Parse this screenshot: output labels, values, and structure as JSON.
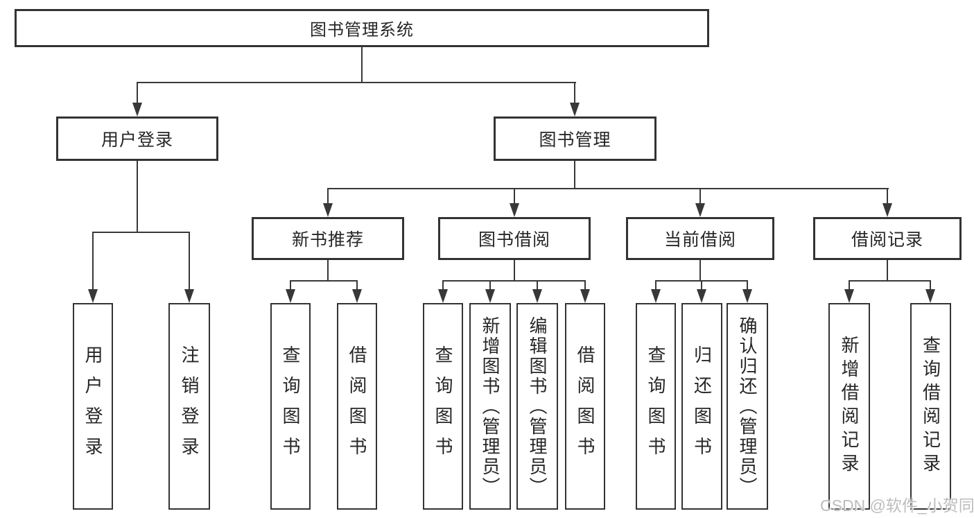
{
  "nodes": {
    "root": "图书管理系统",
    "user_login": "用户登录",
    "book_mgmt": "图书管理",
    "new_books": "新书推荐",
    "book_borrow": "图书借阅",
    "current_borrow": "当前借阅",
    "borrow_records": "借阅记录",
    "leaf_user_login": "用户登录",
    "leaf_logout": "注销登录",
    "leaf_nb_query": "查询图书",
    "leaf_nb_borrow": "借阅图书",
    "leaf_bb_query": "查询图书",
    "leaf_bb_add": "新增图书（管理员）",
    "leaf_bb_edit": "编辑图书（管理员）",
    "leaf_bb_borrow": "借阅图书",
    "leaf_cb_query": "查询图书",
    "leaf_cb_return": "归还图书",
    "leaf_cb_confirm": "确认归还（管理员）",
    "leaf_br_add": "新增借阅记录",
    "leaf_br_query": "查询借阅记录"
  },
  "watermark": "CSDN @软件_小贺同学",
  "colors": {
    "line": "#383838",
    "box_border": "#333333",
    "text": "#262626",
    "background": "#ffffff",
    "watermark": "#bdbdbd"
  }
}
